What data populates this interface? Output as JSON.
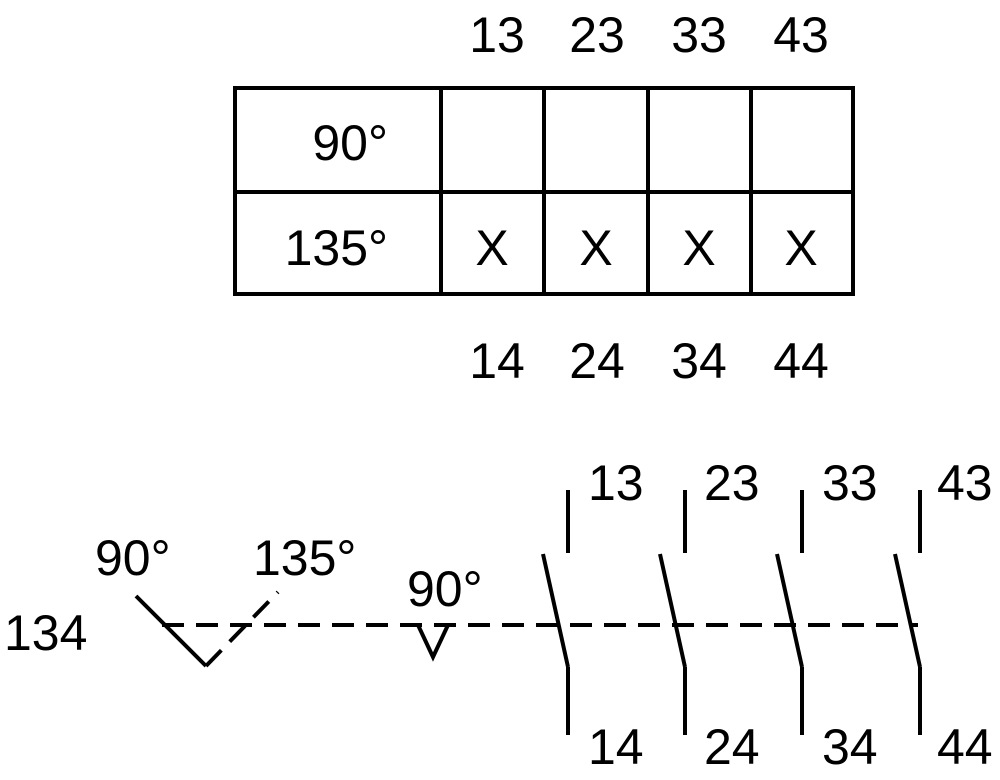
{
  "table": {
    "top_terminals": [
      "13",
      "23",
      "33",
      "43"
    ],
    "bottom_terminals": [
      "14",
      "24",
      "34",
      "44"
    ],
    "rows": [
      {
        "angle": "90°",
        "marks": [
          "",
          "",
          "",
          ""
        ]
      },
      {
        "angle": "135°",
        "marks": [
          "X",
          "X",
          "X",
          "X"
        ]
      }
    ]
  },
  "schematic": {
    "switch_id": "134",
    "cam_left_label": "90°",
    "cam_right_label": "135°",
    "detent_label": "90°",
    "contacts": [
      {
        "top": "13",
        "bottom": "14"
      },
      {
        "top": "23",
        "bottom": "24"
      },
      {
        "top": "33",
        "bottom": "34"
      },
      {
        "top": "43",
        "bottom": "44"
      }
    ]
  }
}
